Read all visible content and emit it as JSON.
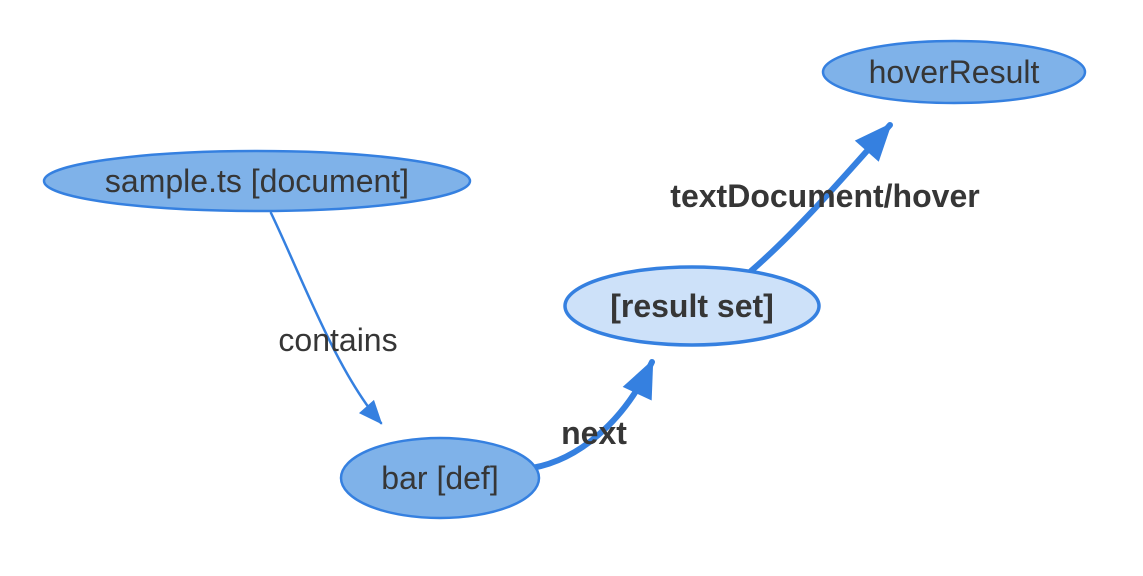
{
  "diagram": {
    "title": "lsif-hover-graph",
    "colors": {
      "background": "#ffffff",
      "node_fill": "#7FB2E9",
      "node_fill_light": "#CDE1F9",
      "node_stroke": "#3580E0",
      "edge": "#3580E0",
      "text": "#363636"
    },
    "nodes": [
      {
        "id": "document",
        "label": "sample.ts [document]"
      },
      {
        "id": "hoverResult",
        "label": "hoverResult"
      },
      {
        "id": "resultSet",
        "label": "[result set]"
      },
      {
        "id": "barDef",
        "label": "bar [def]"
      }
    ],
    "edges": [
      {
        "id": "contains",
        "label": "contains"
      },
      {
        "id": "next",
        "label": "next"
      },
      {
        "id": "textDocumentHover",
        "label": "textDocument/hover"
      }
    ]
  }
}
